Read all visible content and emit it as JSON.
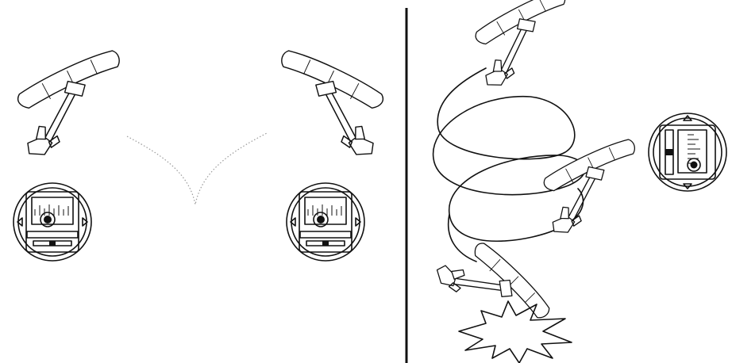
{
  "panels": {
    "left": {
      "caption": "",
      "remotes": [
        {
          "stick": "left",
          "arrows": [
            "left",
            "right"
          ]
        },
        {
          "stick": "right",
          "arrows": [
            "left",
            "right"
          ]
        }
      ]
    },
    "right": {
      "caption": "",
      "remote": {
        "stick": "rotated",
        "arrows": [
          "up",
          "down"
        ]
      }
    }
  },
  "icons": [
    "airplane-icon",
    "remote-control-icon",
    "crash-burst-icon"
  ],
  "colors": {
    "ink": "#111111",
    "background": "#ffffff",
    "dotted_path": "#9a9a9a"
  }
}
